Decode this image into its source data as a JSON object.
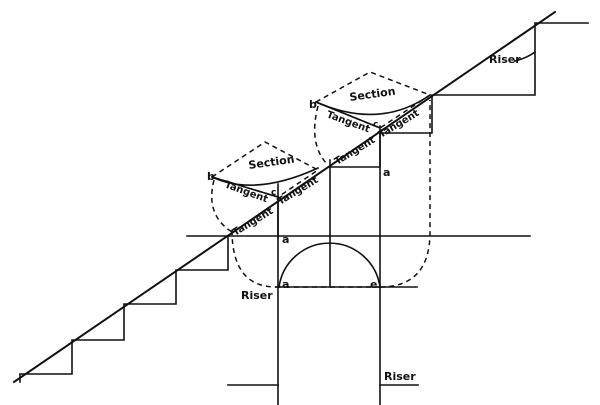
{
  "labels": {
    "riser_top": "Riser",
    "riser_left": "Riser",
    "riser_bottom": "Riser",
    "section_upper": "Section",
    "section_lower": "Section",
    "tangent_u1": "Tangent",
    "tangent_u2": "Tangent",
    "tangent_u3": "Tangent",
    "tangent_l1": "Tangent",
    "tangent_l2": "Tangent",
    "tangent_l3": "Tangent",
    "b_upper": "b",
    "c_upper": "c",
    "a_upper": "a",
    "b_lower": "b",
    "c_lower": "c",
    "a_mid": "a",
    "a_low": "a",
    "e_low": "e"
  }
}
